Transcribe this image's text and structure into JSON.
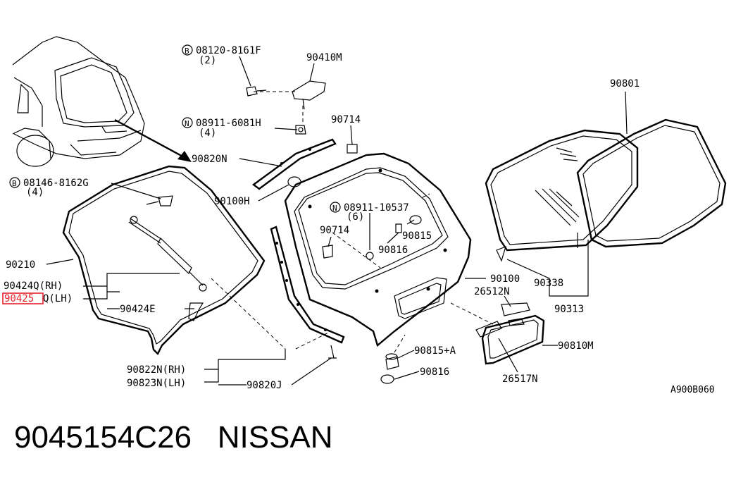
{
  "title": "9045154C26",
  "brand": "NISSAN",
  "diagram_code": "A900B060",
  "highlight_color": "#e8202a",
  "labels": {
    "bolt_b1_code": "08120-8161F",
    "bolt_b1_qty": "(2)",
    "hinge": "90410M",
    "nut_n1_code": "08911-6081H",
    "nut_n1_qty": "(4)",
    "clip_top": "90714",
    "moulding_top": "90820N",
    "bolt_b2_code": "08146-8162G",
    "bolt_b2_qty": "(4)",
    "plug": "90100H",
    "nut_n2_code": "08911-10537",
    "nut_n2_qty": "(6)",
    "clip_inner": "90714",
    "bumper_rubber": "90815",
    "grommet_inner": "90816",
    "weatherstrip": "90210",
    "stay_rh": "90424Q(RH)",
    "stay_lh_code": "90425",
    "stay_lh_suffix": "Q(LH)",
    "stay_bracket": "90424E",
    "back_door": "90100",
    "glass_trim": "90338",
    "glass_seal": "90313",
    "lamp_left": "26512N",
    "finisher": "90810M",
    "bumper_lower": "90815+A",
    "grommet_lower": "90816",
    "lamp_right": "26517N",
    "moulding_rh": "90822N(RH)",
    "moulding_lh": "90823N(LH)",
    "moulding_side": "90820J",
    "glass": "90801",
    "circle_b": "B",
    "circle_n": "N"
  }
}
